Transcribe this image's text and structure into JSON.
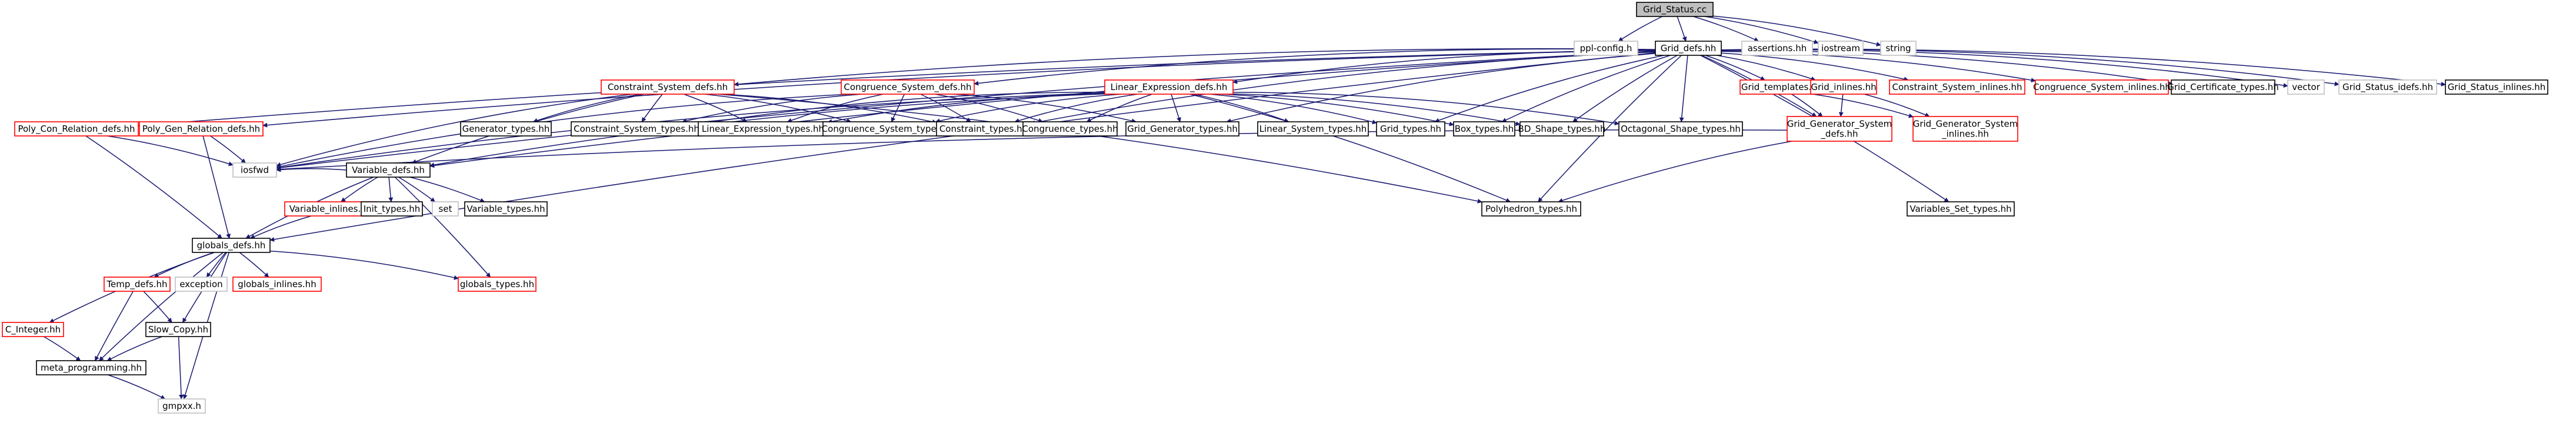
{
  "diagram": {
    "colors": {
      "root_fill": "#bfbfbf",
      "root_border": "#000000",
      "documented_border": "#000000",
      "external_border": "#bfbfbf",
      "link_border": "#ff0000",
      "edge": "#191970"
    },
    "nodes": [
      {
        "id": "grid_status_cc",
        "label": "Grid_Status.cc",
        "style": "root"
      },
      {
        "id": "ppl_config",
        "label": "ppl-config.h",
        "style": "gray"
      },
      {
        "id": "grid_defs",
        "label": "Grid_defs.hh",
        "style": "black"
      },
      {
        "id": "assertions",
        "label": "assertions.hh",
        "style": "gray"
      },
      {
        "id": "iostream",
        "label": "iostream",
        "style": "gray"
      },
      {
        "id": "string",
        "label": "string",
        "style": "gray"
      },
      {
        "id": "poly_con_rel",
        "label": "Poly_Con_Relation_defs.hh",
        "style": "red"
      },
      {
        "id": "poly_gen_rel",
        "label": "Poly_Gen_Relation_defs.hh",
        "style": "red"
      },
      {
        "id": "constraint_system_defs",
        "label": "Constraint_System_defs.hh",
        "style": "red"
      },
      {
        "id": "congruence_system_defs",
        "label": "Congruence_System_defs.hh",
        "style": "red"
      },
      {
        "id": "linear_expression_defs",
        "label": "Linear_Expression_defs.hh",
        "style": "red"
      },
      {
        "id": "grid_templates",
        "label": "Grid_templates.hh",
        "style": "red"
      },
      {
        "id": "grid_inlines",
        "label": "Grid_inlines.hh",
        "style": "red"
      },
      {
        "id": "constraint_system_inlines",
        "label": "Constraint_System_inlines.hh",
        "style": "red"
      },
      {
        "id": "congruence_system_inlines",
        "label": "Congruence_System_inlines.hh",
        "style": "red"
      },
      {
        "id": "grid_certificate_types",
        "label": "Grid_Certificate_types.hh",
        "style": "black"
      },
      {
        "id": "vector",
        "label": "vector",
        "style": "gray"
      },
      {
        "id": "grid_status_idefs",
        "label": "Grid_Status_idefs.hh",
        "style": "gray"
      },
      {
        "id": "grid_status_inlines",
        "label": "Grid_Status_inlines.hh",
        "style": "black"
      },
      {
        "id": "iosfwd",
        "label": "iosfwd",
        "style": "gray"
      },
      {
        "id": "variable_defs",
        "label": "Variable_defs.hh",
        "style": "black"
      },
      {
        "id": "generator_types",
        "label": "Generator_types.hh",
        "style": "black"
      },
      {
        "id": "constraint_system_types",
        "label": "Constraint_System_types.hh",
        "style": "black"
      },
      {
        "id": "linear_expression_types",
        "label": "Linear_Expression_types.hh",
        "style": "black"
      },
      {
        "id": "congruence_system_types",
        "label": "Congruence_System_types.hh",
        "style": "black"
      },
      {
        "id": "constraint_types",
        "label": "Constraint_types.hh",
        "style": "black"
      },
      {
        "id": "congruence_types",
        "label": "Congruence_types.hh",
        "style": "black"
      },
      {
        "id": "grid_generator_types",
        "label": "Grid_Generator_types.hh",
        "style": "black"
      },
      {
        "id": "linear_system_types",
        "label": "Linear_System_types.hh",
        "style": "black"
      },
      {
        "id": "grid_types",
        "label": "Grid_types.hh",
        "style": "black"
      },
      {
        "id": "box_types",
        "label": "Box_types.hh",
        "style": "black"
      },
      {
        "id": "bd_shape_types",
        "label": "BD_Shape_types.hh",
        "style": "black"
      },
      {
        "id": "octagonal_shape_types",
        "label": "Octagonal_Shape_types.hh",
        "style": "black"
      },
      {
        "id": "grid_generator_system_defs",
        "label": [
          "Grid_Generator_System",
          "_defs.hh"
        ],
        "style": "red"
      },
      {
        "id": "grid_generator_system_inlines",
        "label": [
          "Grid_Generator_System",
          "_inlines.hh"
        ],
        "style": "red"
      },
      {
        "id": "variable_inlines",
        "label": "Variable_inlines.hh",
        "style": "red"
      },
      {
        "id": "init_types",
        "label": "Init_types.hh",
        "style": "black"
      },
      {
        "id": "set",
        "label": "set",
        "style": "gray"
      },
      {
        "id": "variable_types",
        "label": "Variable_types.hh",
        "style": "black"
      },
      {
        "id": "polyhedron_types",
        "label": "Polyhedron_types.hh",
        "style": "black"
      },
      {
        "id": "variables_set_types",
        "label": "Variables_Set_types.hh",
        "style": "black"
      },
      {
        "id": "globals_defs",
        "label": "globals_defs.hh",
        "style": "black"
      },
      {
        "id": "temp_defs",
        "label": "Temp_defs.hh",
        "style": "red"
      },
      {
        "id": "exception",
        "label": "exception",
        "style": "gray"
      },
      {
        "id": "globals_inlines",
        "label": "globals_inlines.hh",
        "style": "red"
      },
      {
        "id": "globals_types",
        "label": "globals_types.hh",
        "style": "red"
      },
      {
        "id": "c_integer",
        "label": "C_Integer.hh",
        "style": "red"
      },
      {
        "id": "slow_copy",
        "label": "Slow_Copy.hh",
        "style": "black"
      },
      {
        "id": "meta_programming",
        "label": "meta_programming.hh",
        "style": "black"
      },
      {
        "id": "gmpxx",
        "label": "gmpxx.h",
        "style": "gray"
      }
    ],
    "edges": [
      [
        "grid_status_cc",
        "ppl_config"
      ],
      [
        "grid_status_cc",
        "grid_defs"
      ],
      [
        "grid_status_cc",
        "assertions"
      ],
      [
        "grid_status_cc",
        "iostream"
      ],
      [
        "grid_status_cc",
        "string"
      ],
      [
        "grid_defs",
        "poly_con_rel"
      ],
      [
        "grid_defs",
        "poly_gen_rel"
      ],
      [
        "grid_defs",
        "constraint_system_defs"
      ],
      [
        "grid_defs",
        "congruence_system_defs"
      ],
      [
        "grid_defs",
        "linear_expression_defs"
      ],
      [
        "grid_defs",
        "grid_templates"
      ],
      [
        "grid_defs",
        "grid_inlines"
      ],
      [
        "grid_defs",
        "constraint_system_inlines"
      ],
      [
        "grid_defs",
        "congruence_system_inlines"
      ],
      [
        "grid_defs",
        "grid_certificate_types"
      ],
      [
        "grid_defs",
        "vector"
      ],
      [
        "grid_defs",
        "grid_status_idefs"
      ],
      [
        "grid_defs",
        "grid_status_inlines"
      ],
      [
        "grid_defs",
        "iosfwd"
      ],
      [
        "grid_defs",
        "variable_defs"
      ],
      [
        "grid_defs",
        "constraint_types"
      ],
      [
        "grid_defs",
        "grid_generator_types"
      ],
      [
        "grid_defs",
        "grid_types"
      ],
      [
        "grid_defs",
        "box_types"
      ],
      [
        "grid_defs",
        "bd_shape_types"
      ],
      [
        "grid_defs",
        "octagonal_shape_types"
      ],
      [
        "grid_defs",
        "grid_generator_system_defs"
      ],
      [
        "grid_defs",
        "polyhedron_types"
      ],
      [
        "grid_defs",
        "variables_set_types"
      ],
      [
        "grid_defs",
        "globals_defs"
      ],
      [
        "poly_con_rel",
        "iosfwd"
      ],
      [
        "poly_con_rel",
        "globals_defs"
      ],
      [
        "poly_gen_rel",
        "iosfwd"
      ],
      [
        "poly_gen_rel",
        "globals_defs"
      ],
      [
        "constraint_system_defs",
        "iosfwd"
      ],
      [
        "constraint_system_defs",
        "variable_defs"
      ],
      [
        "constraint_system_defs",
        "generator_types"
      ],
      [
        "constraint_system_defs",
        "constraint_system_types"
      ],
      [
        "constraint_system_defs",
        "linear_expression_types"
      ],
      [
        "constraint_system_defs",
        "congruence_system_types"
      ],
      [
        "constraint_system_defs",
        "constraint_types"
      ],
      [
        "constraint_system_defs",
        "polyhedron_types"
      ],
      [
        "congruence_system_defs",
        "iosfwd"
      ],
      [
        "congruence_system_defs",
        "constraint_system_types"
      ],
      [
        "congruence_system_defs",
        "linear_expression_types"
      ],
      [
        "congruence_system_defs",
        "congruence_system_types"
      ],
      [
        "congruence_system_defs",
        "constraint_types"
      ],
      [
        "congruence_system_defs",
        "congruence_types"
      ],
      [
        "congruence_system_defs",
        "grid_generator_types"
      ],
      [
        "linear_expression_defs",
        "iosfwd"
      ],
      [
        "linear_expression_defs",
        "variable_defs"
      ],
      [
        "linear_expression_defs",
        "constraint_system_types"
      ],
      [
        "linear_expression_defs",
        "linear_expression_types"
      ],
      [
        "linear_expression_defs",
        "congruence_system_types"
      ],
      [
        "linear_expression_defs",
        "constraint_types"
      ],
      [
        "linear_expression_defs",
        "congruence_types"
      ],
      [
        "linear_expression_defs",
        "grid_generator_types"
      ],
      [
        "linear_expression_defs",
        "linear_system_types"
      ],
      [
        "linear_expression_defs",
        "grid_types"
      ],
      [
        "linear_expression_defs",
        "box_types"
      ],
      [
        "linear_expression_defs",
        "bd_shape_types"
      ],
      [
        "linear_expression_defs",
        "octagonal_shape_types"
      ],
      [
        "linear_expression_defs",
        "polyhedron_types"
      ],
      [
        "grid_templates",
        "grid_generator_system_defs"
      ],
      [
        "grid_templates",
        "grid_generator_system_inlines"
      ],
      [
        "grid_inlines",
        "grid_generator_system_defs"
      ],
      [
        "grid_inlines",
        "grid_generator_system_inlines"
      ],
      [
        "grid_generator_system_defs",
        "iosfwd"
      ],
      [
        "grid_generator_system_defs",
        "polyhedron_types"
      ],
      [
        "variable_defs",
        "iosfwd"
      ],
      [
        "variable_defs",
        "variable_inlines"
      ],
      [
        "variable_defs",
        "init_types"
      ],
      [
        "variable_defs",
        "set"
      ],
      [
        "variable_defs",
        "variable_types"
      ],
      [
        "variable_defs",
        "globals_types"
      ],
      [
        "variable_defs",
        "globals_defs"
      ],
      [
        "variable_inlines",
        "globals_defs"
      ],
      [
        "globals_defs",
        "c_integer"
      ],
      [
        "globals_defs",
        "temp_defs"
      ],
      [
        "globals_defs",
        "exception"
      ],
      [
        "globals_defs",
        "globals_inlines"
      ],
      [
        "globals_defs",
        "globals_types"
      ],
      [
        "globals_defs",
        "slow_copy"
      ],
      [
        "globals_defs",
        "meta_programming"
      ],
      [
        "globals_defs",
        "gmpxx"
      ],
      [
        "temp_defs",
        "slow_copy"
      ],
      [
        "temp_defs",
        "meta_programming"
      ],
      [
        "c_integer",
        "meta_programming"
      ],
      [
        "slow_copy",
        "meta_programming"
      ],
      [
        "slow_copy",
        "gmpxx"
      ],
      [
        "meta_programming",
        "gmpxx"
      ]
    ]
  }
}
